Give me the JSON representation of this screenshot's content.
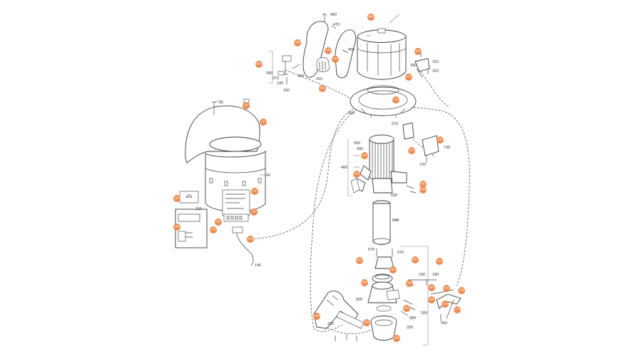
{
  "callouts": {
    "plain": [
      {
        "id": "n20",
        "text": "20"
      },
      {
        "id": "n40",
        "text": "40"
      },
      {
        "id": "n110",
        "text": "110"
      },
      {
        "id": "n140a",
        "text": "140"
      },
      {
        "id": "n140b",
        "text": "140"
      },
      {
        "id": "n150",
        "text": "150"
      },
      {
        "id": "n180",
        "text": "180"
      },
      {
        "id": "n190",
        "text": "190"
      },
      {
        "id": "n200a",
        "text": "200"
      },
      {
        "id": "n200b",
        "text": "200"
      },
      {
        "id": "n260",
        "text": "260"
      },
      {
        "id": "n300",
        "text": "300"
      },
      {
        "id": "n310a",
        "text": "310"
      },
      {
        "id": "n310b",
        "text": "310"
      },
      {
        "id": "n330",
        "text": "330"
      },
      {
        "id": "n370",
        "text": "370"
      },
      {
        "id": "n390",
        "text": "390"
      },
      {
        "id": "n400",
        "text": "400"
      },
      {
        "id": "n410",
        "text": "410"
      },
      {
        "id": "n450",
        "text": "450"
      },
      {
        "id": "n460",
        "text": "460"
      },
      {
        "id": "n470",
        "text": "470"
      },
      {
        "id": "n480",
        "text": "480"
      },
      {
        "id": "n490",
        "text": "490"
      },
      {
        "id": "n500",
        "text": "500"
      },
      {
        "id": "n530",
        "text": "530"
      },
      {
        "id": "n540",
        "text": "540"
      },
      {
        "id": "n570a",
        "text": "570"
      },
      {
        "id": "n570b",
        "text": "570"
      },
      {
        "id": "n570c",
        "text": "570"
      },
      {
        "id": "n580",
        "text": "580"
      },
      {
        "id": "n600",
        "text": "600"
      },
      {
        "id": "n690",
        "text": "690"
      },
      {
        "id": "n720",
        "text": "720"
      },
      {
        "id": "n730",
        "text": "730"
      }
    ],
    "badges": [
      {
        "id": "b10",
        "text": "10"
      },
      {
        "id": "b30",
        "text": "30"
      },
      {
        "id": "b60",
        "text": "60"
      },
      {
        "id": "b80",
        "text": "80"
      },
      {
        "id": "b90",
        "text": "90"
      },
      {
        "id": "b120",
        "text": "120"
      },
      {
        "id": "b130",
        "text": "130"
      },
      {
        "id": "b160",
        "text": "160"
      },
      {
        "id": "b170",
        "text": "170"
      },
      {
        "id": "b210",
        "text": "210"
      },
      {
        "id": "b220",
        "text": "220"
      },
      {
        "id": "b230",
        "text": "230"
      },
      {
        "id": "b240",
        "text": "240"
      },
      {
        "id": "b250",
        "text": "250"
      },
      {
        "id": "b270",
        "text": "270"
      },
      {
        "id": "b280",
        "text": "280"
      },
      {
        "id": "b290",
        "text": "290"
      },
      {
        "id": "b320",
        "text": "320"
      },
      {
        "id": "b340",
        "text": "340"
      },
      {
        "id": "b350",
        "text": "350"
      },
      {
        "id": "b360",
        "text": "360"
      },
      {
        "id": "b380",
        "text": "380"
      },
      {
        "id": "b420",
        "text": "420"
      },
      {
        "id": "b430",
        "text": "430"
      },
      {
        "id": "b440",
        "text": "440"
      },
      {
        "id": "b510",
        "text": "510"
      },
      {
        "id": "b520",
        "text": "520"
      },
      {
        "id": "b550",
        "text": "550"
      },
      {
        "id": "b560",
        "text": "560"
      },
      {
        "id": "b590",
        "text": "590"
      },
      {
        "id": "b610",
        "text": "610"
      },
      {
        "id": "b620",
        "text": "620"
      },
      {
        "id": "b630",
        "text": "630"
      },
      {
        "id": "b640",
        "text": "640"
      },
      {
        "id": "b650",
        "text": "650"
      },
      {
        "id": "b660",
        "text": "660"
      },
      {
        "id": "b670",
        "text": "670"
      },
      {
        "id": "b680",
        "text": "680"
      },
      {
        "id": "b700",
        "text": "700"
      },
      {
        "id": "b710",
        "text": "710"
      }
    ]
  },
  "colors": {
    "badge": "#ee8a4f",
    "line": "#3a3a3a",
    "background": "#ffffff"
  }
}
